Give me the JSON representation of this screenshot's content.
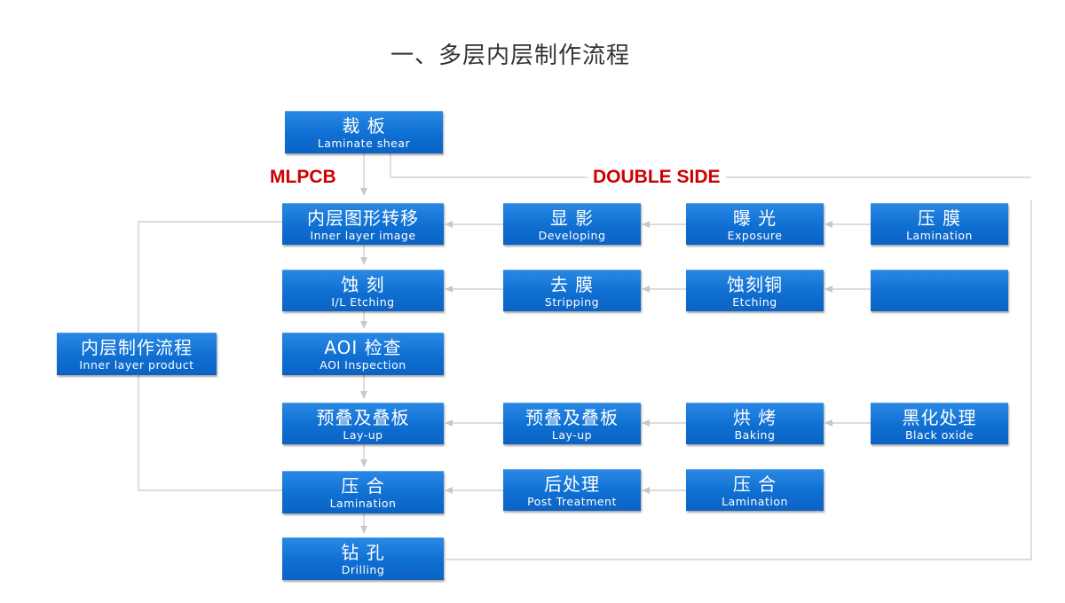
{
  "title": "一、多层内层制作流程",
  "labels": {
    "mlpcb": "MLPCB",
    "double_side": "DOUBLE SIDE"
  },
  "colors": {
    "box": "#0f6fd2",
    "label": "#cc0000",
    "line": "#c8c8c8"
  },
  "boxes": {
    "laminate_shear": {
      "zh": "裁 板",
      "en": "Laminate shear"
    },
    "inner_layer_image": {
      "zh": "内层图形转移",
      "en": "Inner layer image"
    },
    "developing": {
      "zh": "显 影",
      "en": "Developing"
    },
    "exposure": {
      "zh": "曝 光",
      "en": "Exposure"
    },
    "lamination_film": {
      "zh": "压 膜",
      "en": "Lamination"
    },
    "il_etching": {
      "zh": "蚀 刻",
      "en": "I/L Etching"
    },
    "stripping": {
      "zh": "去 膜",
      "en": "Stripping"
    },
    "etching_copper": {
      "zh": "蚀刻铜",
      "en": "Etching"
    },
    "blank_box": {
      "zh": "",
      "en": ""
    },
    "inner_layer_product": {
      "zh": "内层制作流程",
      "en": "Inner layer product"
    },
    "aoi": {
      "zh": "AOI 检查",
      "en": "AOI Inspection"
    },
    "layup_main": {
      "zh": "预叠及叠板",
      "en": "Lay-up"
    },
    "layup_second": {
      "zh": "预叠及叠板",
      "en": "Lay-up"
    },
    "baking": {
      "zh": "烘 烤",
      "en": "Baking"
    },
    "black_oxide": {
      "zh": "黑化处理",
      "en": "Black oxide"
    },
    "lamination_main": {
      "zh": "压 合",
      "en": "Lamination"
    },
    "post_treatment": {
      "zh": "后处理",
      "en": "Post Treatment"
    },
    "lamination_second": {
      "zh": "压 合",
      "en": "Lamination"
    },
    "drilling": {
      "zh": "钻 孔",
      "en": "Drilling"
    }
  }
}
